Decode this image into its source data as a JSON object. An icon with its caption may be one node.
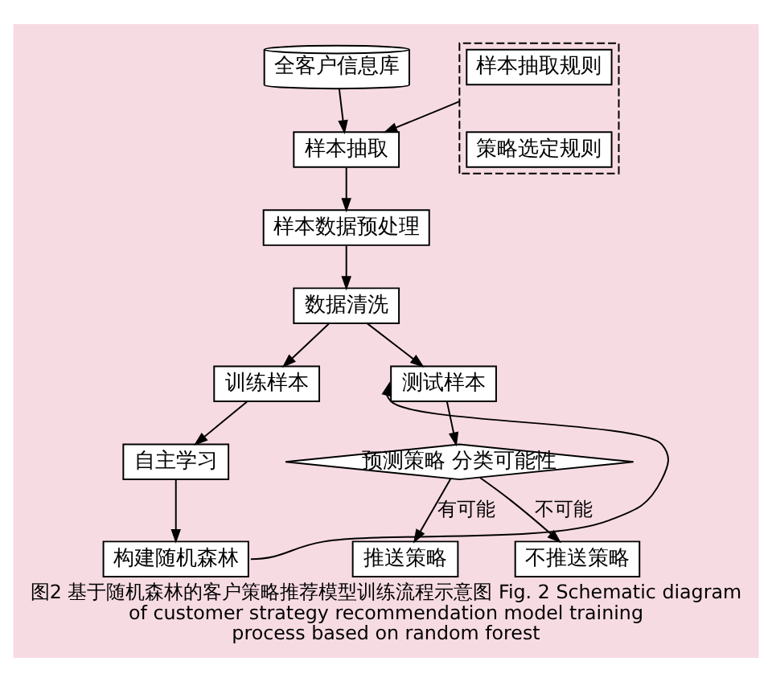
{
  "diagram": {
    "caption": "图2 基于随机森林的客户策略推荐模型训练流程示意图 Fig. 2 Schematic diagram of customer strategy recommendation model training process based on random forest",
    "nodes": [
      {
        "text": [
          "全客户信息库"
        ]
      },
      {
        "text": [],
        "shape": "box"
      },
      {
        "text": [
          "样本抽取规则"
        ],
        "in": 1
      },
      {
        "text": [
          "策略选定规则"
        ],
        "in": 1
      },
      {
        "text": [
          "样本抽取"
        ]
      },
      {
        "text": [
          "样本数据预处理"
        ]
      },
      {
        "text": [
          "数据清洗"
        ]
      },
      {
        "text": [
          "训练样本"
        ]
      },
      {
        "text": [
          "测试样本"
        ]
      },
      {
        "text": [
          "自主学习"
        ]
      },
      {
        "text": [
          "预测策略 分类可能性"
        ]
      },
      {
        "text": [
          "构建随机森林"
        ]
      },
      {
        "text": [
          "推送策略"
        ]
      },
      {
        "text": [
          "不推送策略"
        ]
      }
    ],
    "edges": [
      {
        "from": 0,
        "to": 4,
        "arrow": "to"
      },
      {
        "from": 1,
        "to": 4,
        "arrow": "to"
      },
      {
        "from": 4,
        "to": 5,
        "arrow": "to"
      },
      {
        "from": 5,
        "to": 6,
        "arrow": "to"
      },
      {
        "from": 6,
        "to": 7,
        "arrow": "to"
      },
      {
        "from": 6,
        "to": 8,
        "arrow": "to"
      },
      {
        "from": 7,
        "to": 9,
        "arrow": "to"
      },
      {
        "from": 9,
        "to": 11,
        "arrow": "to"
      },
      {
        "from": 11,
        "to": 8,
        "arrow": "to"
      },
      {
        "from": 8,
        "to": 10,
        "arrow": "to"
      },
      {
        "from": 10,
        "to": 12,
        "arrow": "to",
        "label": "有可能"
      },
      {
        "from": 10,
        "to": 13,
        "arrow": "to",
        "label": "不可能"
      }
    ]
  }
}
